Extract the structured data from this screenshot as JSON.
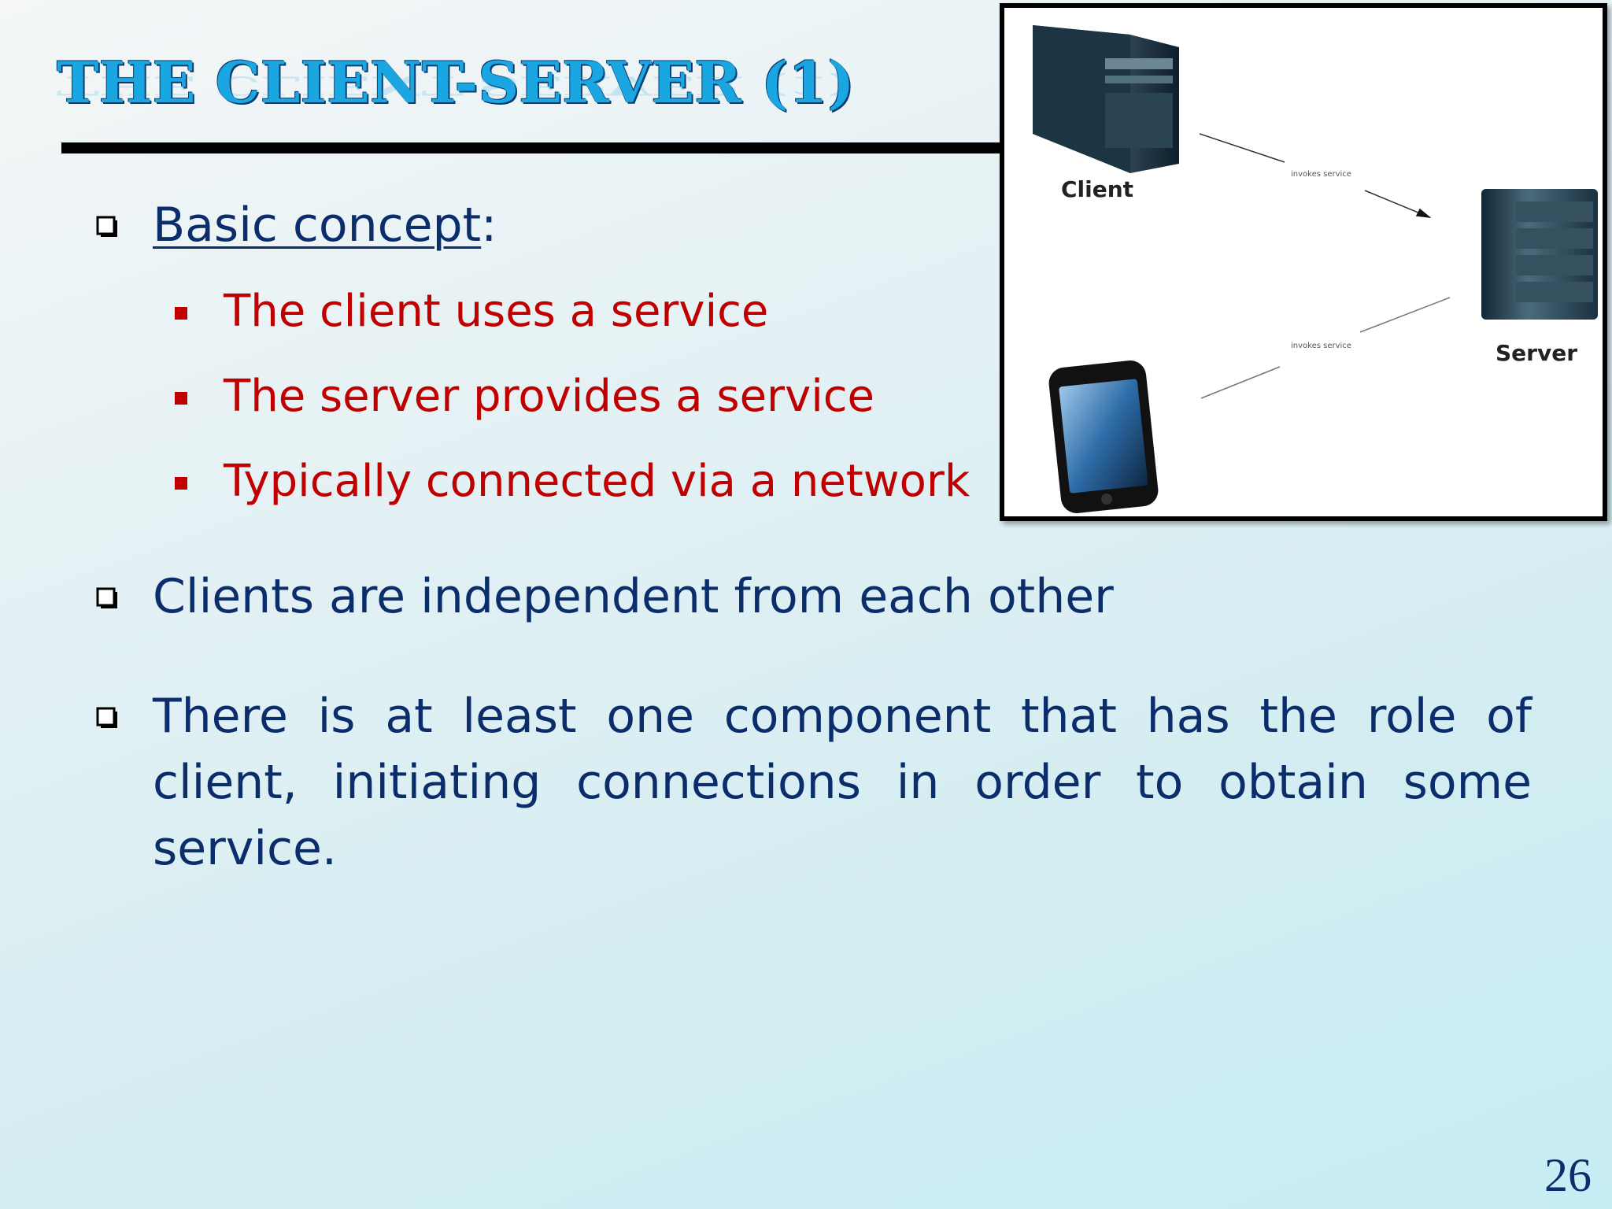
{
  "slide": {
    "title": "THE CLIENT-SERVER (1)",
    "page_number": "26"
  },
  "bullets": {
    "basic_concept_label": "Basic concept",
    "basic_concept_colon": ":",
    "sub_items": [
      "The client uses a service",
      "The server provides a service",
      "Typically connected via a network"
    ],
    "independent": "Clients are independent from each other",
    "role": "There is at least one component that has the role of client, initiating connections in order to obtain some service."
  },
  "diagram": {
    "client_label": "Client",
    "server_label": "Server",
    "edge_label_top": "invokes service",
    "edge_label_bottom": "invokes service"
  },
  "colors": {
    "title": "#1aa6e0",
    "main_text": "#0c2d6b",
    "sub_text": "#c00000"
  }
}
